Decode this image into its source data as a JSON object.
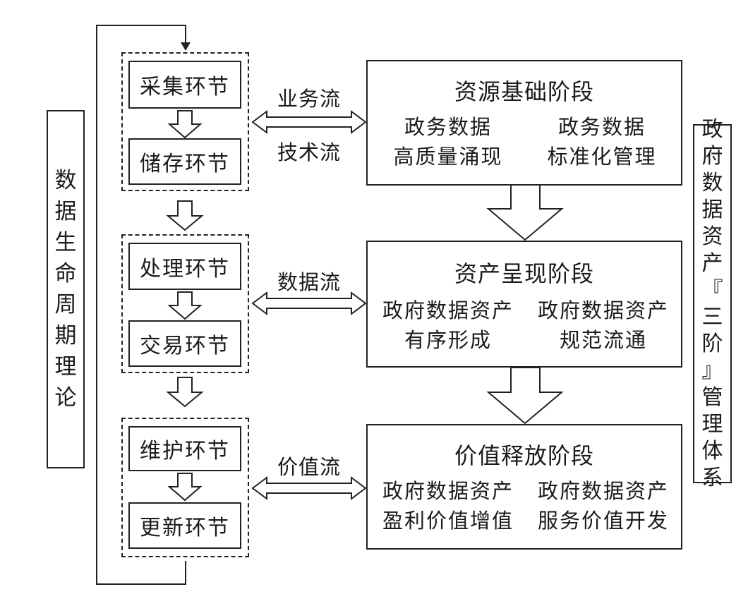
{
  "left_label": "数据生命周期理论",
  "right_label": "政府数据资产『三阶』管理体系",
  "steps": [
    "采集环节",
    "储存环节",
    "处理环节",
    "交易环节",
    "维护环节",
    "更新环节"
  ],
  "flows": {
    "business": "业务流",
    "technology": "技术流",
    "data": "数据流",
    "value": "价值流"
  },
  "stages": [
    {
      "title": "资源基础阶段",
      "items": [
        [
          "政务数据",
          "高质量涌现"
        ],
        [
          "政务数据",
          "标准化管理"
        ]
      ]
    },
    {
      "title": "资产呈现阶段",
      "items": [
        [
          "政府数据资产",
          "有序形成"
        ],
        [
          "政府数据资产",
          "规范流通"
        ]
      ]
    },
    {
      "title": "价值释放阶段",
      "items": [
        [
          "政府数据资产",
          "盈利价值增值"
        ],
        [
          "政府数据资产",
          "服务价值开发"
        ]
      ]
    }
  ]
}
